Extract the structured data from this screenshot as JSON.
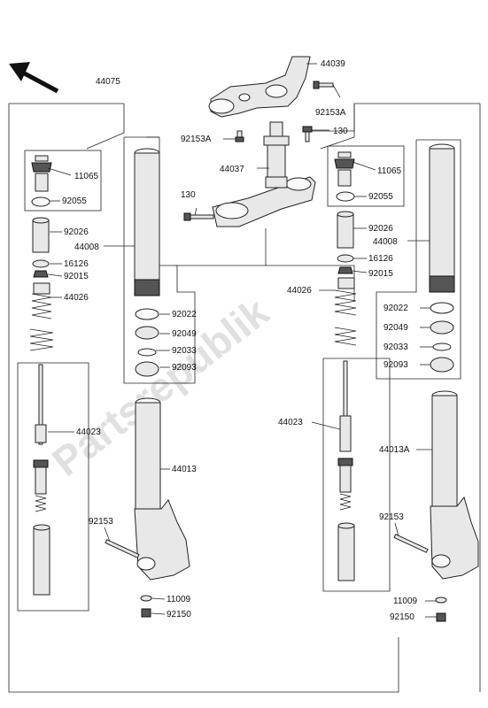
{
  "watermark": "Partsrepublik",
  "labels": {
    "l44075": "44075",
    "l44039": "44039",
    "l92153A_top": "92153A",
    "l92153A_left": "92153A",
    "l130_top": "130",
    "l44037": "44037",
    "l130_left": "130",
    "L11065": "11065",
    "L92055": "92055",
    "L92026": "92026",
    "L44008": "44008",
    "L16126": "16126",
    "L92015": "92015",
    "L44026": "44026",
    "L92022": "92022",
    "L92049": "92049",
    "L92033": "92033",
    "L92093": "92093",
    "L44023": "44023",
    "L44013": "44013",
    "L92153": "92153",
    "L11009": "11009",
    "L92150": "92150",
    "R11065": "11065",
    "R92055": "92055",
    "R92026": "92026",
    "R44008": "44008",
    "R16126": "16126",
    "R92015": "92015",
    "R44026": "44026",
    "R92022": "92022",
    "R92049": "92049",
    "R92033": "92033",
    "R92093": "92093",
    "R44023": "44023",
    "R44013A": "44013A",
    "R92153": "92153",
    "R11009": "11009",
    "R92150": "92150"
  },
  "icons": {
    "direction": "arrow-up-left-icon"
  }
}
